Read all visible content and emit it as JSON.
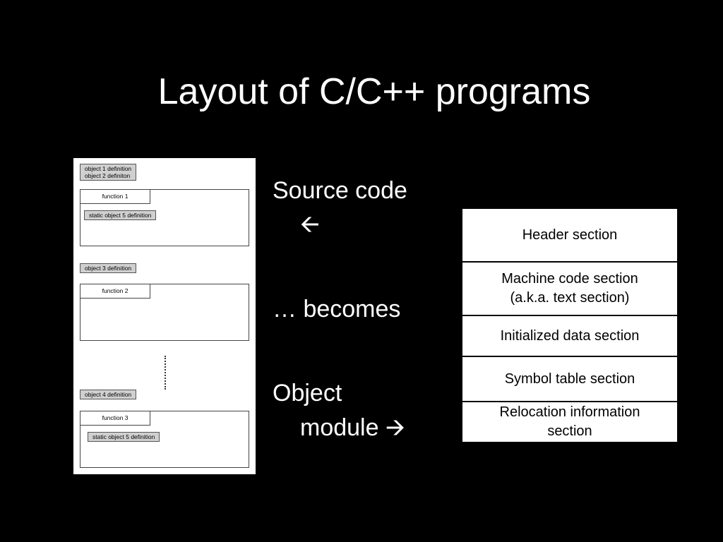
{
  "title": "Layout of C/C++ programs",
  "source_panel": {
    "obj12_line1": "object 1 definition",
    "obj12_line2": "object 2 definiton",
    "function1": "function 1",
    "static5_a": "static object 5 definition",
    "obj3": "object 3 definition",
    "function2": "function 2",
    "obj4": "object 4 definition",
    "function3": "function 3",
    "static5_b": "static object 5 definition"
  },
  "middle": {
    "source_code": "Source code",
    "arrow_left": "🡨",
    "becomes": "… becomes",
    "object": "Object",
    "module": "module",
    "arrow_right": "🡪"
  },
  "sections": {
    "header": "Header section",
    "machine_line1": "Machine code section",
    "machine_line2": "(a.k.a. text section)",
    "initialized": "Initialized data section",
    "symbol": "Symbol table section",
    "reloc_line1": "Relocation information",
    "reloc_line2": "section"
  }
}
